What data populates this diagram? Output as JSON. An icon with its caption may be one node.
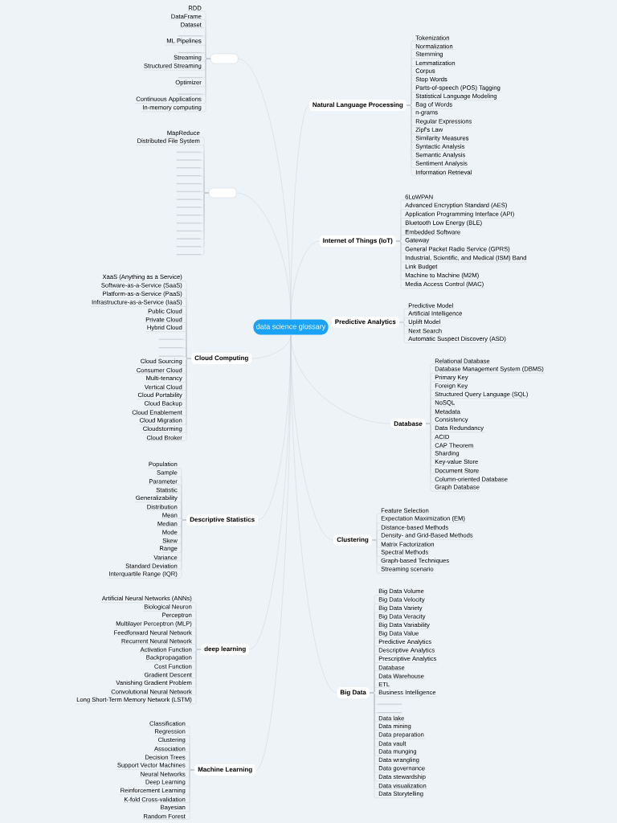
{
  "diagram": {
    "nodes": [
      {
        "text": [
          "data science glossary"
        ]
      },
      {
        "text": [],
        "shape": "box"
      },
      {
        "text": [
          "RDD"
        ]
      },
      {
        "text": [
          "DataFrame"
        ]
      },
      {
        "text": [
          "Dataset"
        ]
      },
      {
        "text": [],
        "shape": "line"
      },
      {
        "text": [
          "ML Pipelines"
        ]
      },
      {
        "text": [],
        "shape": "line"
      },
      {
        "text": [
          "Streaming"
        ]
      },
      {
        "text": [
          "Structured Streaming"
        ]
      },
      {
        "text": [],
        "shape": "line"
      },
      {
        "text": [
          "Optimizer"
        ]
      },
      {
        "text": [],
        "shape": "line"
      },
      {
        "text": [
          "Continuous Applications"
        ]
      },
      {
        "text": [
          "In-memory computing"
        ]
      },
      {
        "text": [],
        "shape": "box"
      },
      {
        "text": [
          "MapReduce"
        ]
      },
      {
        "text": [
          "Distributed File System"
        ]
      },
      {
        "text": [],
        "shape": "line"
      },
      {
        "text": [],
        "shape": "line"
      },
      {
        "text": [],
        "shape": "line"
      },
      {
        "text": [],
        "shape": "line"
      },
      {
        "text": [],
        "shape": "line"
      },
      {
        "text": [],
        "shape": "line"
      },
      {
        "text": [],
        "shape": "line"
      },
      {
        "text": [],
        "shape": "line"
      },
      {
        "text": [],
        "shape": "line"
      },
      {
        "text": [],
        "shape": "line"
      },
      {
        "text": [],
        "shape": "line"
      },
      {
        "text": [],
        "shape": "line"
      },
      {
        "text": [],
        "shape": "line"
      },
      {
        "text": [],
        "shape": "line"
      },
      {
        "text": [
          "Cloud Computing"
        ]
      },
      {
        "text": [
          "XaaS (Anything as a Service)"
        ]
      },
      {
        "text": [
          "Software-as-a-Service (SaaS)"
        ]
      },
      {
        "text": [
          "Platform-as-a-Service (PaaS)"
        ]
      },
      {
        "text": [
          "Infrastructure-as-a-Service (IaaS)"
        ]
      },
      {
        "text": [
          "Public Cloud"
        ]
      },
      {
        "text": [
          "Private Cloud"
        ]
      },
      {
        "text": [
          "Hybrid Cloud"
        ]
      },
      {
        "text": [],
        "shape": "line"
      },
      {
        "text": [],
        "shape": "line"
      },
      {
        "text": [],
        "shape": "line"
      },
      {
        "text": [
          "Cloud Sourcing"
        ]
      },
      {
        "text": [
          "Consumer Cloud"
        ]
      },
      {
        "text": [
          "Multi-tenancy"
        ]
      },
      {
        "text": [
          "Vertical Cloud"
        ]
      },
      {
        "text": [
          "Cloud Portability"
        ]
      },
      {
        "text": [
          "Cloud Backup"
        ]
      },
      {
        "text": [
          "Cloud Enablement"
        ]
      },
      {
        "text": [
          "Cloud Migration"
        ]
      },
      {
        "text": [
          "Cloudstorming"
        ]
      },
      {
        "text": [
          "Cloud Broker"
        ]
      },
      {
        "text": [
          "Descriptive Statistics"
        ]
      },
      {
        "text": [
          "Population"
        ]
      },
      {
        "text": [
          "Sample"
        ]
      },
      {
        "text": [
          "Parameter"
        ]
      },
      {
        "text": [
          "Statistic"
        ]
      },
      {
        "text": [
          "Generalizability"
        ]
      },
      {
        "text": [
          "Distribution"
        ]
      },
      {
        "text": [
          "Mean"
        ]
      },
      {
        "text": [
          "Median"
        ]
      },
      {
        "text": [
          "Mode"
        ]
      },
      {
        "text": [
          "Skew"
        ]
      },
      {
        "text": [
          "Range"
        ]
      },
      {
        "text": [
          "Variance"
        ]
      },
      {
        "text": [
          "Standard Deviation"
        ]
      },
      {
        "text": [
          "Interquartile Range (IQR)"
        ]
      },
      {
        "text": [
          "deep learning"
        ]
      },
      {
        "text": [
          "Artificial Neural Networks (ANNs)"
        ]
      },
      {
        "text": [
          "Biological Neuron"
        ]
      },
      {
        "text": [
          "Perceptron"
        ]
      },
      {
        "text": [
          "Multilayer Perceptron (MLP)"
        ]
      },
      {
        "text": [
          "Feedforward Neural Network"
        ]
      },
      {
        "text": [
          "Recurrent Neural Network"
        ]
      },
      {
        "text": [
          "Activation Function"
        ]
      },
      {
        "text": [
          "Backpropagation"
        ]
      },
      {
        "text": [
          "Cost Function"
        ]
      },
      {
        "text": [
          "Gradient Descent"
        ]
      },
      {
        "text": [
          "Vanishing Gradient Problem"
        ]
      },
      {
        "text": [
          "Convolutional Neural Network"
        ]
      },
      {
        "text": [
          "Long Short-Term Memory Network (LSTM)"
        ]
      },
      {
        "text": [
          "Machine Learning"
        ]
      },
      {
        "text": [
          "Classification"
        ]
      },
      {
        "text": [
          "Regression"
        ]
      },
      {
        "text": [
          "Clustering"
        ]
      },
      {
        "text": [
          "Association"
        ]
      },
      {
        "text": [
          "Decision Trees"
        ]
      },
      {
        "text": [
          "Support Vector Machines"
        ]
      },
      {
        "text": [
          "Neural Networks"
        ]
      },
      {
        "text": [
          "Deep Learning"
        ]
      },
      {
        "text": [
          "Reinforcement Learning"
        ]
      },
      {
        "text": [
          "K-fold Cross-validation"
        ]
      },
      {
        "text": [
          "Bayesian"
        ]
      },
      {
        "text": [
          "Random Forest"
        ]
      },
      {
        "text": [
          "Natural Language Processing"
        ]
      },
      {
        "text": [
          "Tokenization"
        ]
      },
      {
        "text": [
          "Normalization"
        ]
      },
      {
        "text": [
          "Stemming"
        ]
      },
      {
        "text": [
          "Lemmatization"
        ]
      },
      {
        "text": [
          "Corpus"
        ]
      },
      {
        "text": [
          "Stop Words"
        ]
      },
      {
        "text": [
          "Parts-of-speech (POS) Tagging"
        ]
      },
      {
        "text": [
          "Statistical Language Modeling"
        ]
      },
      {
        "text": [
          "Bag of Words"
        ]
      },
      {
        "text": [
          "n-grams"
        ]
      },
      {
        "text": [
          "Regular Expressions"
        ]
      },
      {
        "text": [
          "Zipf's Law"
        ]
      },
      {
        "text": [
          "Similarity Measures"
        ]
      },
      {
        "text": [
          "Syntactic Analysis"
        ]
      },
      {
        "text": [
          "Semantic Analysis"
        ]
      },
      {
        "text": [
          "Sentiment Analysis"
        ]
      },
      {
        "text": [
          "Information Retrieval"
        ]
      },
      {
        "text": [
          "Internet of Things (IoT)"
        ]
      },
      {
        "text": [
          "6LoWPAN"
        ]
      },
      {
        "text": [
          "Advanced Encryption Standard (AES)"
        ]
      },
      {
        "text": [
          "Application Programming Interface (API)"
        ]
      },
      {
        "text": [
          "Bluetooth Low Energy (BLE)"
        ]
      },
      {
        "text": [
          "Embedded Software"
        ]
      },
      {
        "text": [
          "Gateway"
        ]
      },
      {
        "text": [
          "General Packet Radio Service (GPRS)"
        ]
      },
      {
        "text": [
          "Industrial, Scientific, and Medical (ISM) Band"
        ]
      },
      {
        "text": [
          "Link Budget"
        ]
      },
      {
        "text": [
          "Machine to Machine (M2M)"
        ]
      },
      {
        "text": [
          "Media Access Control (MAC)"
        ]
      },
      {
        "text": [
          "Predictive Analytics"
        ]
      },
      {
        "text": [
          "Predictive Model"
        ]
      },
      {
        "text": [
          "Artificial Intelligence"
        ]
      },
      {
        "text": [
          "Uplift Model"
        ]
      },
      {
        "text": [
          "Next Search"
        ]
      },
      {
        "text": [
          "Automatic Suspect Discovery (ASD)"
        ]
      },
      {
        "text": [
          "Database"
        ]
      },
      {
        "text": [
          "Relational Database"
        ]
      },
      {
        "text": [
          "Database Management System (DBMS)"
        ]
      },
      {
        "text": [
          "Primary Key"
        ]
      },
      {
        "text": [
          "Foreign Key"
        ]
      },
      {
        "text": [
          "Structured Query Language (SQL)"
        ]
      },
      {
        "text": [
          "NoSQL"
        ]
      },
      {
        "text": [
          "Metadata"
        ]
      },
      {
        "text": [
          "Consistency"
        ]
      },
      {
        "text": [
          "Data Redundancy"
        ]
      },
      {
        "text": [
          "ACID"
        ]
      },
      {
        "text": [
          "CAP Theorem"
        ]
      },
      {
        "text": [
          "Sharding"
        ]
      },
      {
        "text": [
          "Key-value Store"
        ]
      },
      {
        "text": [
          "Document Store"
        ]
      },
      {
        "text": [
          "Column-oriented Database"
        ]
      },
      {
        "text": [
          "Graph Database"
        ]
      },
      {
        "text": [
          "Clustering"
        ]
      },
      {
        "text": [
          "Feature Selection"
        ]
      },
      {
        "text": [
          "Expectation Maximization (EM)"
        ]
      },
      {
        "text": [
          "Distance-based Methods"
        ]
      },
      {
        "text": [
          "Density- and Grid-Based Methods"
        ]
      },
      {
        "text": [
          "Matrix Factorization"
        ]
      },
      {
        "text": [
          "Spectral Methods"
        ]
      },
      {
        "text": [
          "Graph-based Techniques"
        ]
      },
      {
        "text": [
          "Streaming scenario"
        ]
      },
      {
        "text": [
          "Big Data"
        ]
      },
      {
        "text": [
          "Big Data Volume"
        ]
      },
      {
        "text": [
          "Big Data Velocity"
        ]
      },
      {
        "text": [
          "Big Data Variety"
        ]
      },
      {
        "text": [
          "Big Data Veracity"
        ]
      },
      {
        "text": [
          "Big Data Variability"
        ]
      },
      {
        "text": [
          "Big Data Value"
        ]
      },
      {
        "text": [
          "Predictive Analytics"
        ]
      },
      {
        "text": [
          "Descriptive Analytics"
        ]
      },
      {
        "text": [
          "Prescriptive Analytics"
        ]
      },
      {
        "text": [
          "Database"
        ]
      },
      {
        "text": [
          "Data Warehouse"
        ]
      },
      {
        "text": [
          "ETL"
        ]
      },
      {
        "text": [
          "Business Intelligence"
        ]
      },
      {
        "text": [],
        "shape": "line"
      },
      {
        "text": [],
        "shape": "line"
      },
      {
        "text": [
          "Data lake"
        ]
      },
      {
        "text": [
          "Data mining"
        ]
      },
      {
        "text": [
          "Data preparation"
        ]
      },
      {
        "text": [
          "Data vault"
        ]
      },
      {
        "text": [
          "Data munging"
        ]
      },
      {
        "text": [
          "Data wrangling"
        ]
      },
      {
        "text": [
          "Data governance"
        ]
      },
      {
        "text": [
          "Data stewardship"
        ]
      },
      {
        "text": [
          "Data visualization"
        ]
      },
      {
        "text": [
          "Data Storytelling"
        ]
      }
    ],
    "edges": [
      {
        "from": 0,
        "to": 1,
        "arrow": "none"
      },
      {
        "from": 0,
        "to": 15,
        "arrow": "none"
      },
      {
        "from": 0,
        "to": 32,
        "arrow": "none"
      },
      {
        "from": 0,
        "to": 53,
        "arrow": "none"
      },
      {
        "from": 0,
        "to": 68,
        "arrow": "none"
      },
      {
        "from": 0,
        "to": 82,
        "arrow": "none"
      },
      {
        "from": 0,
        "to": 95,
        "arrow": "none"
      },
      {
        "from": 0,
        "to": 113,
        "arrow": "none"
      },
      {
        "from": 0,
        "to": 125,
        "arrow": "none"
      },
      {
        "from": 0,
        "to": 131,
        "arrow": "none"
      },
      {
        "from": 0,
        "to": 148,
        "arrow": "none"
      },
      {
        "from": 0,
        "to": 157,
        "arrow": "none"
      },
      {
        "from": 1,
        "to": 2,
        "arrow": "none"
      },
      {
        "from": 1,
        "to": 3,
        "arrow": "none"
      },
      {
        "from": 1,
        "to": 4,
        "arrow": "none"
      },
      {
        "from": 1,
        "to": 5,
        "arrow": "none"
      },
      {
        "from": 1,
        "to": 6,
        "arrow": "none"
      },
      {
        "from": 1,
        "to": 7,
        "arrow": "none"
      },
      {
        "from": 1,
        "to": 8,
        "arrow": "none"
      },
      {
        "from": 1,
        "to": 9,
        "arrow": "none"
      },
      {
        "from": 1,
        "to": 10,
        "arrow": "none"
      },
      {
        "from": 1,
        "to": 11,
        "arrow": "none"
      },
      {
        "from": 1,
        "to": 12,
        "arrow": "none"
      },
      {
        "from": 1,
        "to": 13,
        "arrow": "none"
      },
      {
        "from": 1,
        "to": 14,
        "arrow": "none"
      },
      {
        "from": 15,
        "to": 16,
        "arrow": "none"
      },
      {
        "from": 15,
        "to": 17,
        "arrow": "none"
      },
      {
        "from": 15,
        "to": 18,
        "arrow": "none"
      },
      {
        "from": 15,
        "to": 19,
        "arrow": "none"
      },
      {
        "from": 15,
        "to": 20,
        "arrow": "none"
      },
      {
        "from": 15,
        "to": 21,
        "arrow": "none"
      },
      {
        "from": 15,
        "to": 22,
        "arrow": "none"
      },
      {
        "from": 15,
        "to": 23,
        "arrow": "none"
      },
      {
        "from": 15,
        "to": 24,
        "arrow": "none"
      },
      {
        "from": 15,
        "to": 25,
        "arrow": "none"
      },
      {
        "from": 15,
        "to": 26,
        "arrow": "none"
      },
      {
        "from": 15,
        "to": 27,
        "arrow": "none"
      },
      {
        "from": 15,
        "to": 28,
        "arrow": "none"
      },
      {
        "from": 15,
        "to": 29,
        "arrow": "none"
      },
      {
        "from": 15,
        "to": 30,
        "arrow": "none"
      },
      {
        "from": 15,
        "to": 31,
        "arrow": "none"
      },
      {
        "from": 32,
        "to": 33,
        "arrow": "none"
      },
      {
        "from": 32,
        "to": 34,
        "arrow": "none"
      },
      {
        "from": 32,
        "to": 35,
        "arrow": "none"
      },
      {
        "from": 32,
        "to": 36,
        "arrow": "none"
      },
      {
        "from": 32,
        "to": 37,
        "arrow": "none"
      },
      {
        "from": 32,
        "to": 38,
        "arrow": "none"
      },
      {
        "from": 32,
        "to": 39,
        "arrow": "none"
      },
      {
        "from": 32,
        "to": 40,
        "arrow": "none"
      },
      {
        "from": 32,
        "to": 41,
        "arrow": "none"
      },
      {
        "from": 32,
        "to": 42,
        "arrow": "none"
      },
      {
        "from": 32,
        "to": 43,
        "arrow": "none"
      },
      {
        "from": 32,
        "to": 44,
        "arrow": "none"
      },
      {
        "from": 32,
        "to": 45,
        "arrow": "none"
      },
      {
        "from": 32,
        "to": 46,
        "arrow": "none"
      },
      {
        "from": 32,
        "to": 47,
        "arrow": "none"
      },
      {
        "from": 32,
        "to": 48,
        "arrow": "none"
      },
      {
        "from": 32,
        "to": 49,
        "arrow": "none"
      },
      {
        "from": 32,
        "to": 50,
        "arrow": "none"
      },
      {
        "from": 32,
        "to": 51,
        "arrow": "none"
      },
      {
        "from": 32,
        "to": 52,
        "arrow": "none"
      },
      {
        "from": 53,
        "to": 54,
        "arrow": "none"
      },
      {
        "from": 53,
        "to": 55,
        "arrow": "none"
      },
      {
        "from": 53,
        "to": 56,
        "arrow": "none"
      },
      {
        "from": 53,
        "to": 57,
        "arrow": "none"
      },
      {
        "from": 53,
        "to": 58,
        "arrow": "none"
      },
      {
        "from": 53,
        "to": 59,
        "arrow": "none"
      },
      {
        "from": 53,
        "to": 60,
        "arrow": "none"
      },
      {
        "from": 53,
        "to": 61,
        "arrow": "none"
      },
      {
        "from": 53,
        "to": 62,
        "arrow": "none"
      },
      {
        "from": 53,
        "to": 63,
        "arrow": "none"
      },
      {
        "from": 53,
        "to": 64,
        "arrow": "none"
      },
      {
        "from": 53,
        "to": 65,
        "arrow": "none"
      },
      {
        "from": 53,
        "to": 66,
        "arrow": "none"
      },
      {
        "from": 53,
        "to": 67,
        "arrow": "none"
      },
      {
        "from": 68,
        "to": 69,
        "arrow": "none"
      },
      {
        "from": 68,
        "to": 70,
        "arrow": "none"
      },
      {
        "from": 68,
        "to": 71,
        "arrow": "none"
      },
      {
        "from": 68,
        "to": 72,
        "arrow": "none"
      },
      {
        "from": 68,
        "to": 73,
        "arrow": "none"
      },
      {
        "from": 68,
        "to": 74,
        "arrow": "none"
      },
      {
        "from": 68,
        "to": 75,
        "arrow": "none"
      },
      {
        "from": 68,
        "to": 76,
        "arrow": "none"
      },
      {
        "from": 68,
        "to": 77,
        "arrow": "none"
      },
      {
        "from": 68,
        "to": 78,
        "arrow": "none"
      },
      {
        "from": 68,
        "to": 79,
        "arrow": "none"
      },
      {
        "from": 68,
        "to": 80,
        "arrow": "none"
      },
      {
        "from": 68,
        "to": 81,
        "arrow": "none"
      },
      {
        "from": 82,
        "to": 83,
        "arrow": "none"
      },
      {
        "from": 82,
        "to": 84,
        "arrow": "none"
      },
      {
        "from": 82,
        "to": 85,
        "arrow": "none"
      },
      {
        "from": 82,
        "to": 86,
        "arrow": "none"
      },
      {
        "from": 82,
        "to": 87,
        "arrow": "none"
      },
      {
        "from": 82,
        "to": 88,
        "arrow": "none"
      },
      {
        "from": 82,
        "to": 89,
        "arrow": "none"
      },
      {
        "from": 82,
        "to": 90,
        "arrow": "none"
      },
      {
        "from": 82,
        "to": 91,
        "arrow": "none"
      },
      {
        "from": 82,
        "to": 92,
        "arrow": "none"
      },
      {
        "from": 82,
        "to": 93,
        "arrow": "none"
      },
      {
        "from": 82,
        "to": 94,
        "arrow": "none"
      },
      {
        "from": 95,
        "to": 96,
        "arrow": "none"
      },
      {
        "from": 95,
        "to": 97,
        "arrow": "none"
      },
      {
        "from": 95,
        "to": 98,
        "arrow": "none"
      },
      {
        "from": 95,
        "to": 99,
        "arrow": "none"
      },
      {
        "from": 95,
        "to": 100,
        "arrow": "none"
      },
      {
        "from": 95,
        "to": 101,
        "arrow": "none"
      },
      {
        "from": 95,
        "to": 102,
        "arrow": "none"
      },
      {
        "from": 95,
        "to": 103,
        "arrow": "none"
      },
      {
        "from": 95,
        "to": 104,
        "arrow": "none"
      },
      {
        "from": 95,
        "to": 105,
        "arrow": "none"
      },
      {
        "from": 95,
        "to": 106,
        "arrow": "none"
      },
      {
        "from": 95,
        "to": 107,
        "arrow": "none"
      },
      {
        "from": 95,
        "to": 108,
        "arrow": "none"
      },
      {
        "from": 95,
        "to": 109,
        "arrow": "none"
      },
      {
        "from": 95,
        "to": 110,
        "arrow": "none"
      },
      {
        "from": 95,
        "to": 111,
        "arrow": "none"
      },
      {
        "from": 95,
        "to": 112,
        "arrow": "none"
      },
      {
        "from": 113,
        "to": 114,
        "arrow": "none"
      },
      {
        "from": 113,
        "to": 115,
        "arrow": "none"
      },
      {
        "from": 113,
        "to": 116,
        "arrow": "none"
      },
      {
        "from": 113,
        "to": 117,
        "arrow": "none"
      },
      {
        "from": 113,
        "to": 118,
        "arrow": "none"
      },
      {
        "from": 113,
        "to": 119,
        "arrow": "none"
      },
      {
        "from": 113,
        "to": 120,
        "arrow": "none"
      },
      {
        "from": 113,
        "to": 121,
        "arrow": "none"
      },
      {
        "from": 113,
        "to": 122,
        "arrow": "none"
      },
      {
        "from": 113,
        "to": 123,
        "arrow": "none"
      },
      {
        "from": 113,
        "to": 124,
        "arrow": "none"
      },
      {
        "from": 125,
        "to": 126,
        "arrow": "none"
      },
      {
        "from": 125,
        "to": 127,
        "arrow": "none"
      },
      {
        "from": 125,
        "to": 128,
        "arrow": "none"
      },
      {
        "from": 125,
        "to": 129,
        "arrow": "none"
      },
      {
        "from": 125,
        "to": 130,
        "arrow": "none"
      },
      {
        "from": 131,
        "to": 132,
        "arrow": "none"
      },
      {
        "from": 131,
        "to": 133,
        "arrow": "none"
      },
      {
        "from": 131,
        "to": 134,
        "arrow": "none"
      },
      {
        "from": 131,
        "to": 135,
        "arrow": "none"
      },
      {
        "from": 131,
        "to": 136,
        "arrow": "none"
      },
      {
        "from": 131,
        "to": 137,
        "arrow": "none"
      },
      {
        "from": 131,
        "to": 138,
        "arrow": "none"
      },
      {
        "from": 131,
        "to": 139,
        "arrow": "none"
      },
      {
        "from": 131,
        "to": 140,
        "arrow": "none"
      },
      {
        "from": 131,
        "to": 141,
        "arrow": "none"
      },
      {
        "from": 131,
        "to": 142,
        "arrow": "none"
      },
      {
        "from": 131,
        "to": 143,
        "arrow": "none"
      },
      {
        "from": 131,
        "to": 144,
        "arrow": "none"
      },
      {
        "from": 131,
        "to": 145,
        "arrow": "none"
      },
      {
        "from": 131,
        "to": 146,
        "arrow": "none"
      },
      {
        "from": 131,
        "to": 147,
        "arrow": "none"
      },
      {
        "from": 148,
        "to": 149,
        "arrow": "none"
      },
      {
        "from": 148,
        "to": 150,
        "arrow": "none"
      },
      {
        "from": 148,
        "to": 151,
        "arrow": "none"
      },
      {
        "from": 148,
        "to": 152,
        "arrow": "none"
      },
      {
        "from": 148,
        "to": 153,
        "arrow": "none"
      },
      {
        "from": 148,
        "to": 154,
        "arrow": "none"
      },
      {
        "from": 148,
        "to": 155,
        "arrow": "none"
      },
      {
        "from": 148,
        "to": 156,
        "arrow": "none"
      },
      {
        "from": 157,
        "to": 158,
        "arrow": "none"
      },
      {
        "from": 157,
        "to": 159,
        "arrow": "none"
      },
      {
        "from": 157,
        "to": 160,
        "arrow": "none"
      },
      {
        "from": 157,
        "to": 161,
        "arrow": "none"
      },
      {
        "from": 157,
        "to": 162,
        "arrow": "none"
      },
      {
        "from": 157,
        "to": 163,
        "arrow": "none"
      },
      {
        "from": 157,
        "to": 164,
        "arrow": "none"
      },
      {
        "from": 157,
        "to": 165,
        "arrow": "none"
      },
      {
        "from": 157,
        "to": 166,
        "arrow": "none"
      },
      {
        "from": 157,
        "to": 167,
        "arrow": "none"
      },
      {
        "from": 157,
        "to": 168,
        "arrow": "none"
      },
      {
        "from": 157,
        "to": 169,
        "arrow": "none"
      },
      {
        "from": 157,
        "to": 170,
        "arrow": "none"
      },
      {
        "from": 157,
        "to": 171,
        "arrow": "none"
      },
      {
        "from": 157,
        "to": 172,
        "arrow": "none"
      },
      {
        "from": 157,
        "to": 173,
        "arrow": "none"
      },
      {
        "from": 157,
        "to": 174,
        "arrow": "none"
      },
      {
        "from": 157,
        "to": 175,
        "arrow": "none"
      },
      {
        "from": 157,
        "to": 176,
        "arrow": "none"
      },
      {
        "from": 157,
        "to": 177,
        "arrow": "none"
      },
      {
        "from": 157,
        "to": 178,
        "arrow": "none"
      },
      {
        "from": 157,
        "to": 179,
        "arrow": "none"
      },
      {
        "from": 157,
        "to": 180,
        "arrow": "none"
      },
      {
        "from": 157,
        "to": 181,
        "arrow": "none"
      },
      {
        "from": 157,
        "to": 182,
        "arrow": "none"
      }
    ]
  }
}
